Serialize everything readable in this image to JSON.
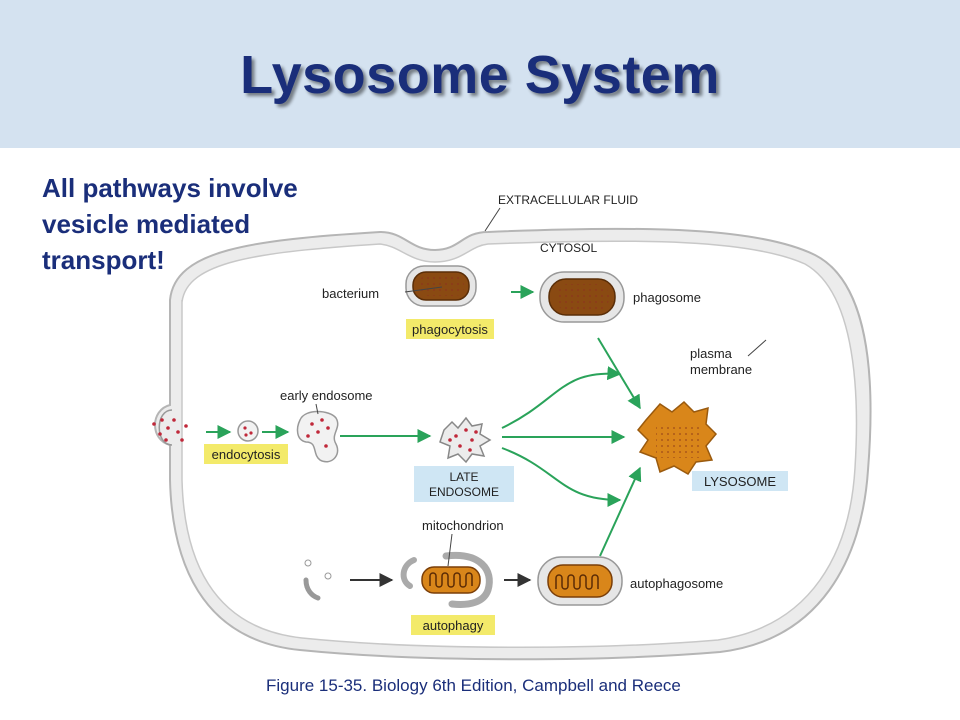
{
  "slide": {
    "title": "Lysosome System",
    "subtitle_lines": [
      "All pathways involve",
      "vesicle mediated",
      "transport!"
    ],
    "caption": "Figure 15-35. Biology 6th Edition, Campbell and Reece"
  },
  "diagram": {
    "labels": {
      "extracellular_fluid": "EXTRACELLULAR FLUID",
      "cytosol": "CYTOSOL",
      "bacterium": "bacterium",
      "phagosome": "phagosome",
      "plasma_membrane_line1": "plasma",
      "plasma_membrane_line2": "membrane",
      "early_endosome": "early endosome",
      "late_endosome_line1": "LATE",
      "late_endosome_line2": "ENDOSOME",
      "lysosome": "LYSOSOME",
      "mitochondrion": "mitochondrion",
      "autophagosome": "autophagosome"
    },
    "processes": {
      "phagocytosis": "phagocytosis",
      "endocytosis": "endocytosis",
      "autophagy": "autophagy"
    },
    "colors": {
      "title": "#1a2e7a",
      "title_band": "#d4e2f0",
      "arrow": "#2aa35a",
      "process_tag": "#f3ea6a",
      "organelle_tag": "#cfe6f4",
      "lysosome": "#d9861a",
      "cell_membrane": "#d6d6d6"
    }
  }
}
